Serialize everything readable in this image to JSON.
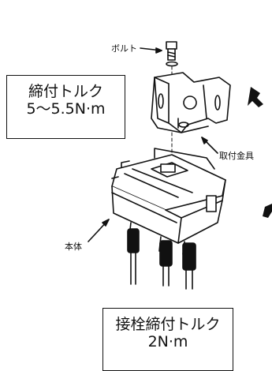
{
  "labels": {
    "bolt": "ボルト",
    "bracket": "取付金具",
    "body": "本体"
  },
  "torque_box_1": {
    "line1": "締付トルク",
    "line2": "5〜5.5N·m"
  },
  "torque_box_2": {
    "line1": "接栓締付トルク",
    "line2": "2N·m"
  },
  "colors": {
    "ink": "#111111",
    "background": "#ffffff"
  }
}
